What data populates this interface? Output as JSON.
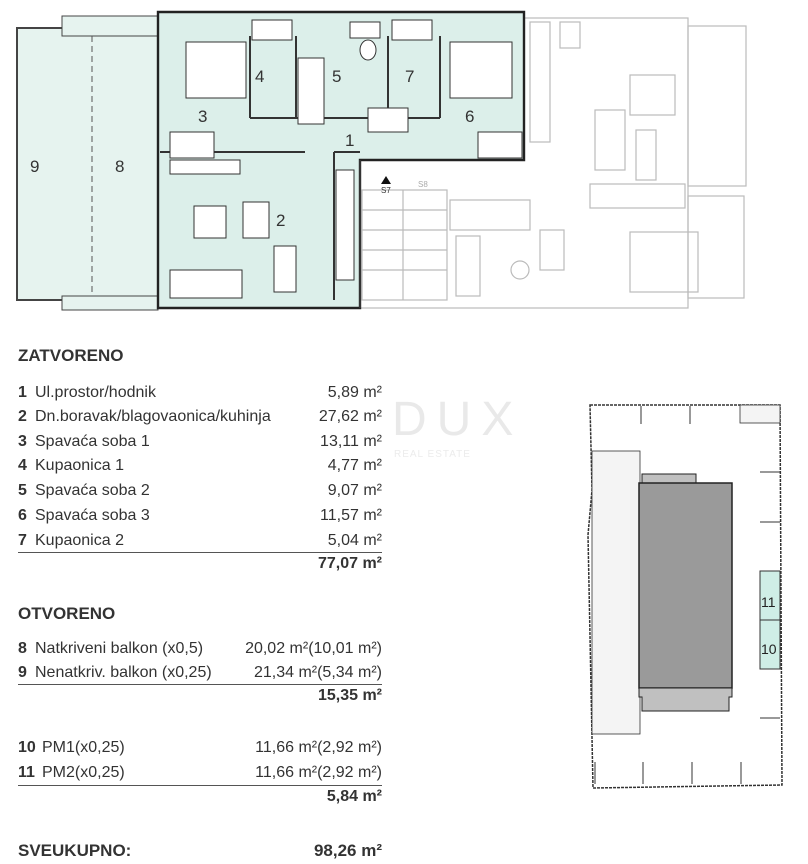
{
  "floor_plan": {
    "room_labels": [
      "1",
      "2",
      "3",
      "4",
      "5",
      "6",
      "7",
      "8",
      "9"
    ],
    "stair_labels": [
      "S7",
      "S8"
    ],
    "colors": {
      "apartment_fill": "#dcefea",
      "balcony_fill": "#e6f3ef",
      "neighbor_lines": "#b5b5b5",
      "walls": "#222222"
    }
  },
  "watermark": {
    "logo": "DUX",
    "tagline": "REAL ESTATE"
  },
  "closed": {
    "heading": "ZATVORENO",
    "rows": [
      {
        "num": "1",
        "label": "Ul.prostor/hodnik",
        "area": "5,89 m²"
      },
      {
        "num": "2",
        "label": "Dn.boravak/blagovaonica/kuhinja",
        "area": "27,62 m²"
      },
      {
        "num": "3",
        "label": "Spavaća soba 1",
        "area": "13,11 m²"
      },
      {
        "num": "4",
        "label": "Kupaonica 1",
        "area": "4,77 m²"
      },
      {
        "num": "5",
        "label": "Spavaća soba 2",
        "area": "9,07 m²"
      },
      {
        "num": "6",
        "label": "Spavaća soba 3",
        "area": "11,57 m²"
      },
      {
        "num": "7",
        "label": "Kupaonica 2",
        "area": "5,04 m²"
      }
    ],
    "total": "77,07 m²"
  },
  "open": {
    "heading": "OTVORENO",
    "rows": [
      {
        "num": "8",
        "label": "Natkriveni balkon (x0,5)",
        "area": "20,02 m²(10,01 m²)"
      },
      {
        "num": "9",
        "label": "Nenatkriv. balkon (x0,25)",
        "area": "21,34 m²(5,34 m²)"
      }
    ],
    "total": "15,35 m²"
  },
  "parking": {
    "rows": [
      {
        "num": "10",
        "label": "PM1(x0,25)",
        "area": "11,66 m²(2,92 m²)"
      },
      {
        "num": "11",
        "label": "PM2(x0,25)",
        "area": "11,66 m²(2,92 m²)"
      }
    ],
    "total": "5,84 m²"
  },
  "grand_total": {
    "label": "SVEUKUPNO:",
    "value": "98,26 m²"
  },
  "site_plan": {
    "labels": [
      "11",
      "10"
    ],
    "colors": {
      "building": "#9a9a9a",
      "parking": "#cfeee6"
    }
  }
}
